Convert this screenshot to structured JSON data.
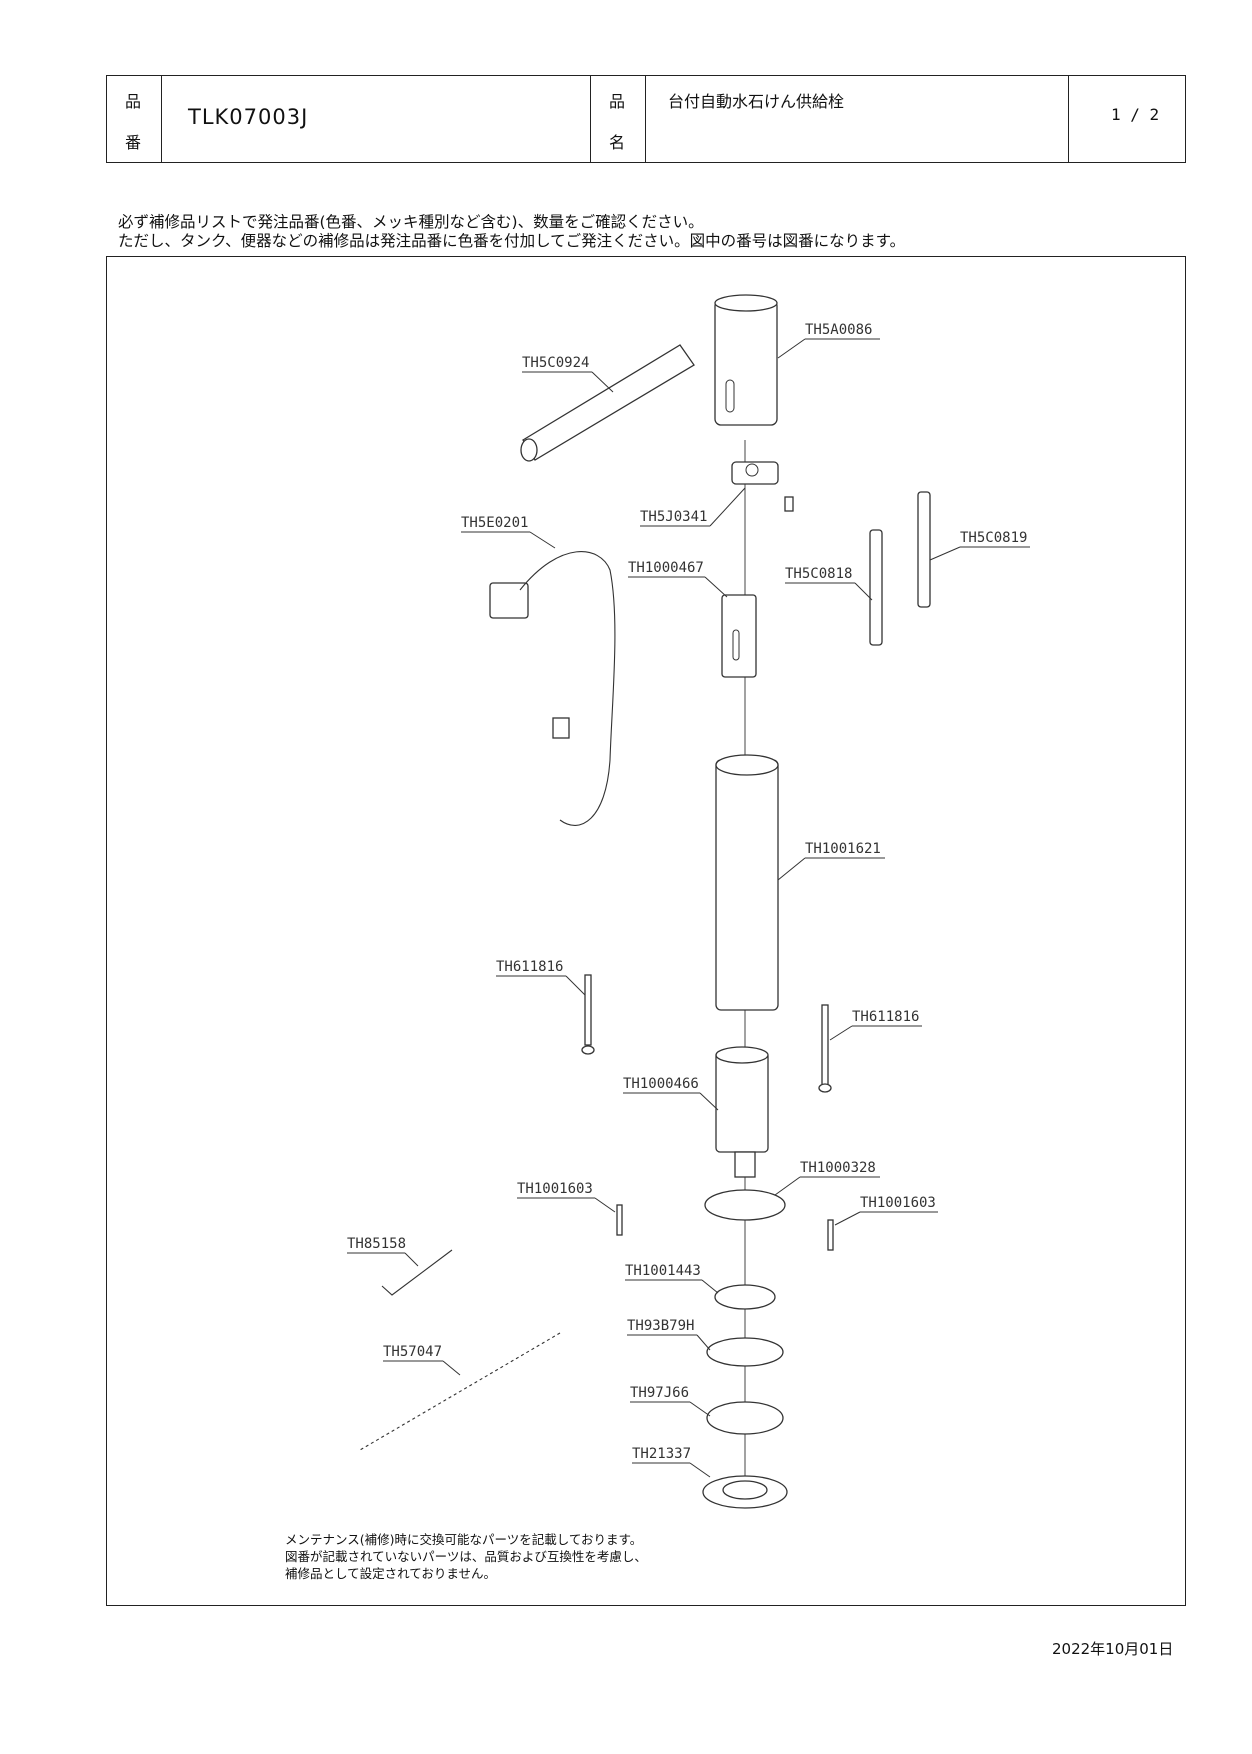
{
  "header": {
    "product_no_label_1": "品",
    "product_no_label_2": "番",
    "product_no": "TLK07003J",
    "product_name_label_1": "品",
    "product_name_label_2": "名",
    "product_name": "台付自動水石けん供給栓",
    "page": "1 / 2"
  },
  "notice": {
    "line1": "必ず補修品リストで発注品番(色番、メッキ種別など含む)、数量をご確認ください。",
    "line2": "ただし、タンク、便器などの補修品は発注品番に色番を付加してご発注ください。図中の番号は図番になります。"
  },
  "parts": [
    {
      "id": "TH5A0086"
    },
    {
      "id": "TH5C0924"
    },
    {
      "id": "TH5J0341"
    },
    {
      "id": "TH5E0201"
    },
    {
      "id": "TH1000467"
    },
    {
      "id": "TH5C0818"
    },
    {
      "id": "TH5C0819"
    },
    {
      "id": "TH1001621"
    },
    {
      "id": "TH611816"
    },
    {
      "id": "TH611816"
    },
    {
      "id": "TH1000466"
    },
    {
      "id": "TH1000328"
    },
    {
      "id": "TH1001603"
    },
    {
      "id": "TH1001603"
    },
    {
      "id": "TH85158"
    },
    {
      "id": "TH1001443"
    },
    {
      "id": "TH93B79H"
    },
    {
      "id": "TH57047"
    },
    {
      "id": "TH97J66"
    },
    {
      "id": "TH21337"
    }
  ],
  "footnote": {
    "line1": "メンテナンス(補修)時に交換可能なパーツを記載しております。",
    "line2": "図番が記載されていないパーツは、品質および互換性を考慮し、",
    "line3": "補修品として設定されておりません。"
  },
  "date": "2022年10月01日"
}
